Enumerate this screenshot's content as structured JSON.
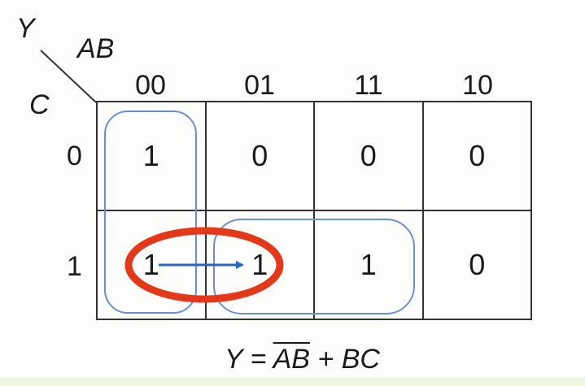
{
  "kmap": {
    "output_var": "Y",
    "col_vars": "AB",
    "row_var": "C",
    "col_labels": [
      "00",
      "01",
      "11",
      "10"
    ],
    "row_labels": [
      "0",
      "1"
    ],
    "cells": [
      [
        "1",
        "0",
        "0",
        "0"
      ],
      [
        "1",
        "1",
        "1",
        "0"
      ]
    ],
    "expression": {
      "lhs": "Y",
      "eq": "=",
      "t1a": "A",
      "t1b": "B",
      "plus": "+",
      "t2": "BC"
    }
  },
  "colors": {
    "grouping": "#6f8fc9",
    "highlight": "#e2391b",
    "arrow": "#2466c4",
    "strip": "#eef7dc"
  },
  "icons": [
    "diagonal-divider-line",
    "group-loop",
    "highlight-ellipse",
    "arrow-right-icon"
  ]
}
